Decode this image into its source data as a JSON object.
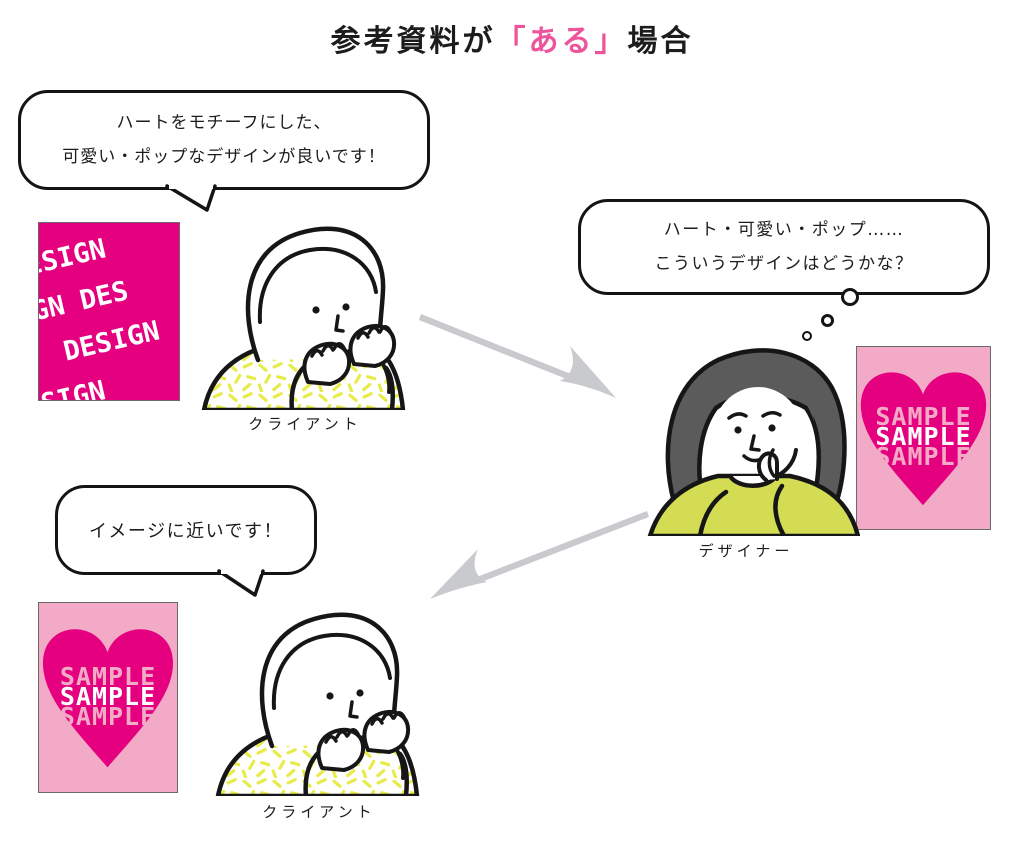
{
  "title": {
    "prefix": "参考資料が",
    "highlight": "「ある」",
    "suffix": "場合"
  },
  "speech": {
    "request": {
      "line1": "ハートをモチーフにした、",
      "line2": "可愛い・ポップなデザインが良いです！"
    },
    "thought": {
      "line1": "ハート・可愛い・ポップ……",
      "line2": "こういうデザインはどうかな？"
    },
    "reply": {
      "line1": "イメージに近いです！"
    }
  },
  "actors": {
    "client_top": {
      "label": "クライアント"
    },
    "designer": {
      "label": "デザイナー"
    },
    "client_bottom": {
      "label": "クライアント"
    }
  },
  "posters": {
    "design": {
      "lines": [
        "DESIGN",
        "SIGN DES",
        "DESIGN",
        "ESIGN"
      ]
    },
    "sample_right": {
      "rows": [
        "SAMPLE",
        "SAMPLE",
        "SAMPLE"
      ]
    },
    "sample_bottom": {
      "rows": [
        "SAMPLE",
        "SAMPLE",
        "SAMPLE"
      ]
    }
  },
  "colors": {
    "magenta": "#e4007f",
    "light_pink": "#f2aac6",
    "title_accent_pink": "#ee549b",
    "arrow_gray": "#c9cacd",
    "designer_top_green": "#d3dc52",
    "confetti_yellow": "#e7ec4a",
    "hair_gray": "#5b5b5b",
    "outline_black": "#141414"
  }
}
